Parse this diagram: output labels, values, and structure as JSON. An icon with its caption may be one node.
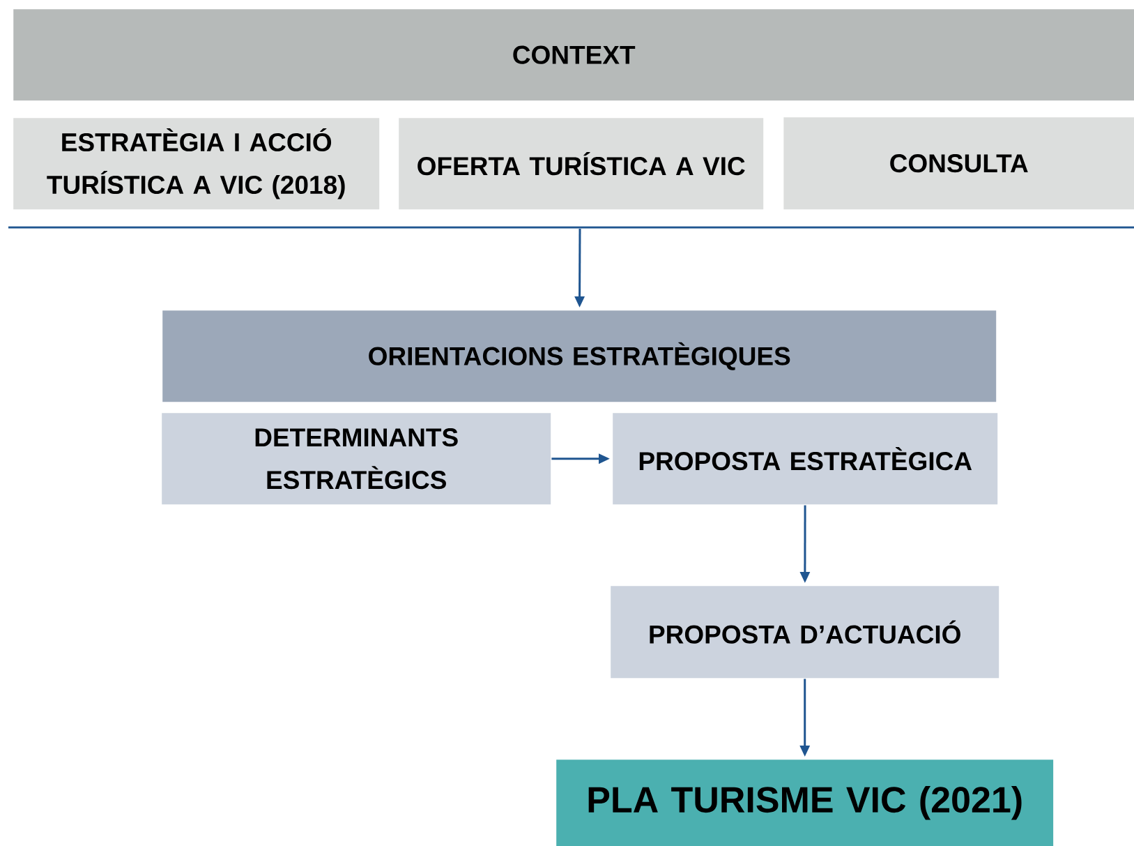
{
  "diagram": {
    "nodes": [
      {
        "text": [
          "CONTEXT"
        ]
      },
      {
        "text": [
          "ESTRATÈGIA I ACCIÓ TURÍSTICA A VIC (2018)"
        ]
      },
      {
        "text": [
          "OFERTA TURÍSTICA A VIC"
        ]
      },
      {
        "text": [
          "CONSULTA"
        ]
      },
      {
        "text": [
          "ORIENTACIONS ESTRATÈGIQUES"
        ]
      },
      {
        "text": [
          "DETERMINANTS ESTRATÈGICS"
        ]
      },
      {
        "text": [
          "PROPOSTA ESTRATÈGICA"
        ]
      },
      {
        "text": [
          "PROPOSTA D’ACTUACIÓ"
        ]
      },
      {
        "text": [
          "PLA TURISME VIC (2021)"
        ]
      }
    ],
    "edges": [
      {
        "from": null,
        "to": 4,
        "arrow": "to"
      },
      {
        "from": 5,
        "to": 6,
        "arrow": "to"
      },
      {
        "from": 6,
        "to": 7,
        "arrow": "to"
      },
      {
        "from": 7,
        "to": 8,
        "arrow": "to"
      }
    ]
  }
}
